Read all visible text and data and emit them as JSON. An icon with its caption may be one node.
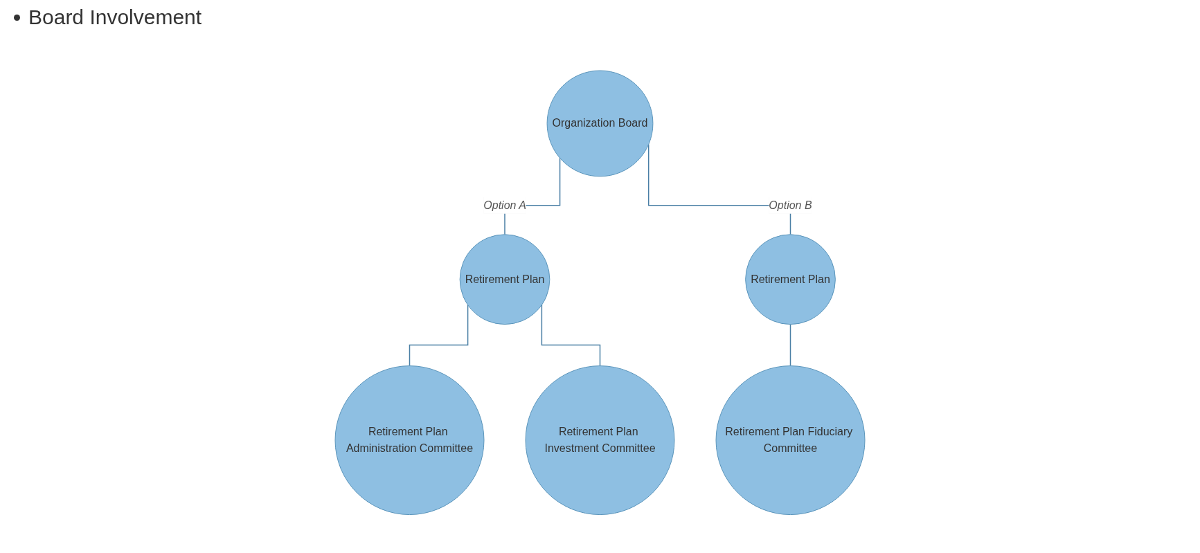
{
  "diagram": {
    "nodes": [
      {
        "text": [
          "Organization Board"
        ]
      },
      {
        "text": [
          "Retirement Plan"
        ]
      },
      {
        "text": [
          "Retirement Plan"
        ]
      },
      {
        "text": [
          "Retirement Plan Administration Committee"
        ]
      },
      {
        "text": [
          "Retirement Plan Investment Committee"
        ]
      },
      {
        "text": [
          "Retirement Plan Fiduciary Committee"
        ]
      }
    ],
    "edges": [
      {
        "from": 0,
        "to": 1,
        "arrow": "none",
        "label": "Option A"
      },
      {
        "from": 0,
        "to": 2,
        "arrow": "none",
        "label": "Option B"
      },
      {
        "from": 1,
        "to": 3,
        "arrow": "none"
      },
      {
        "from": 1,
        "to": 4,
        "arrow": "none"
      },
      {
        "from": 2,
        "to": 5,
        "arrow": "none"
      }
    ],
    "labels": [
      "Board Involvement"
    ]
  }
}
